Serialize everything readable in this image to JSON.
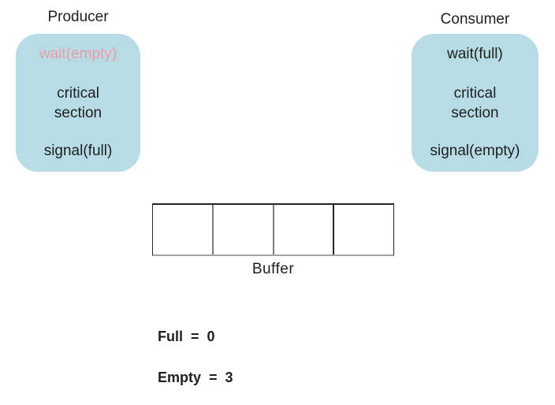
{
  "producer": {
    "title": "Producer",
    "steps": {
      "wait": "wait(empty)",
      "critical_line1": "critical",
      "critical_line2": "section",
      "signal": "signal(full)"
    }
  },
  "consumer": {
    "title": "Consumer",
    "steps": {
      "wait": "wait(full)",
      "critical_line1": "critical",
      "critical_line2": "section",
      "signal": "signal(empty)"
    }
  },
  "buffer": {
    "label": "Buffer",
    "cell_count": 4,
    "cell_contents": [
      "",
      "",
      "",
      ""
    ]
  },
  "counters": {
    "full": {
      "label": "Full",
      "operator": "=",
      "value": "0"
    },
    "empty": {
      "label": "Empty",
      "operator": "=",
      "value": "3"
    }
  },
  "colors": {
    "background": "#ffffff",
    "box_fill": "#b8dce6",
    "highlight_text": "#ed9ba3",
    "text": "#1f1f1f"
  }
}
